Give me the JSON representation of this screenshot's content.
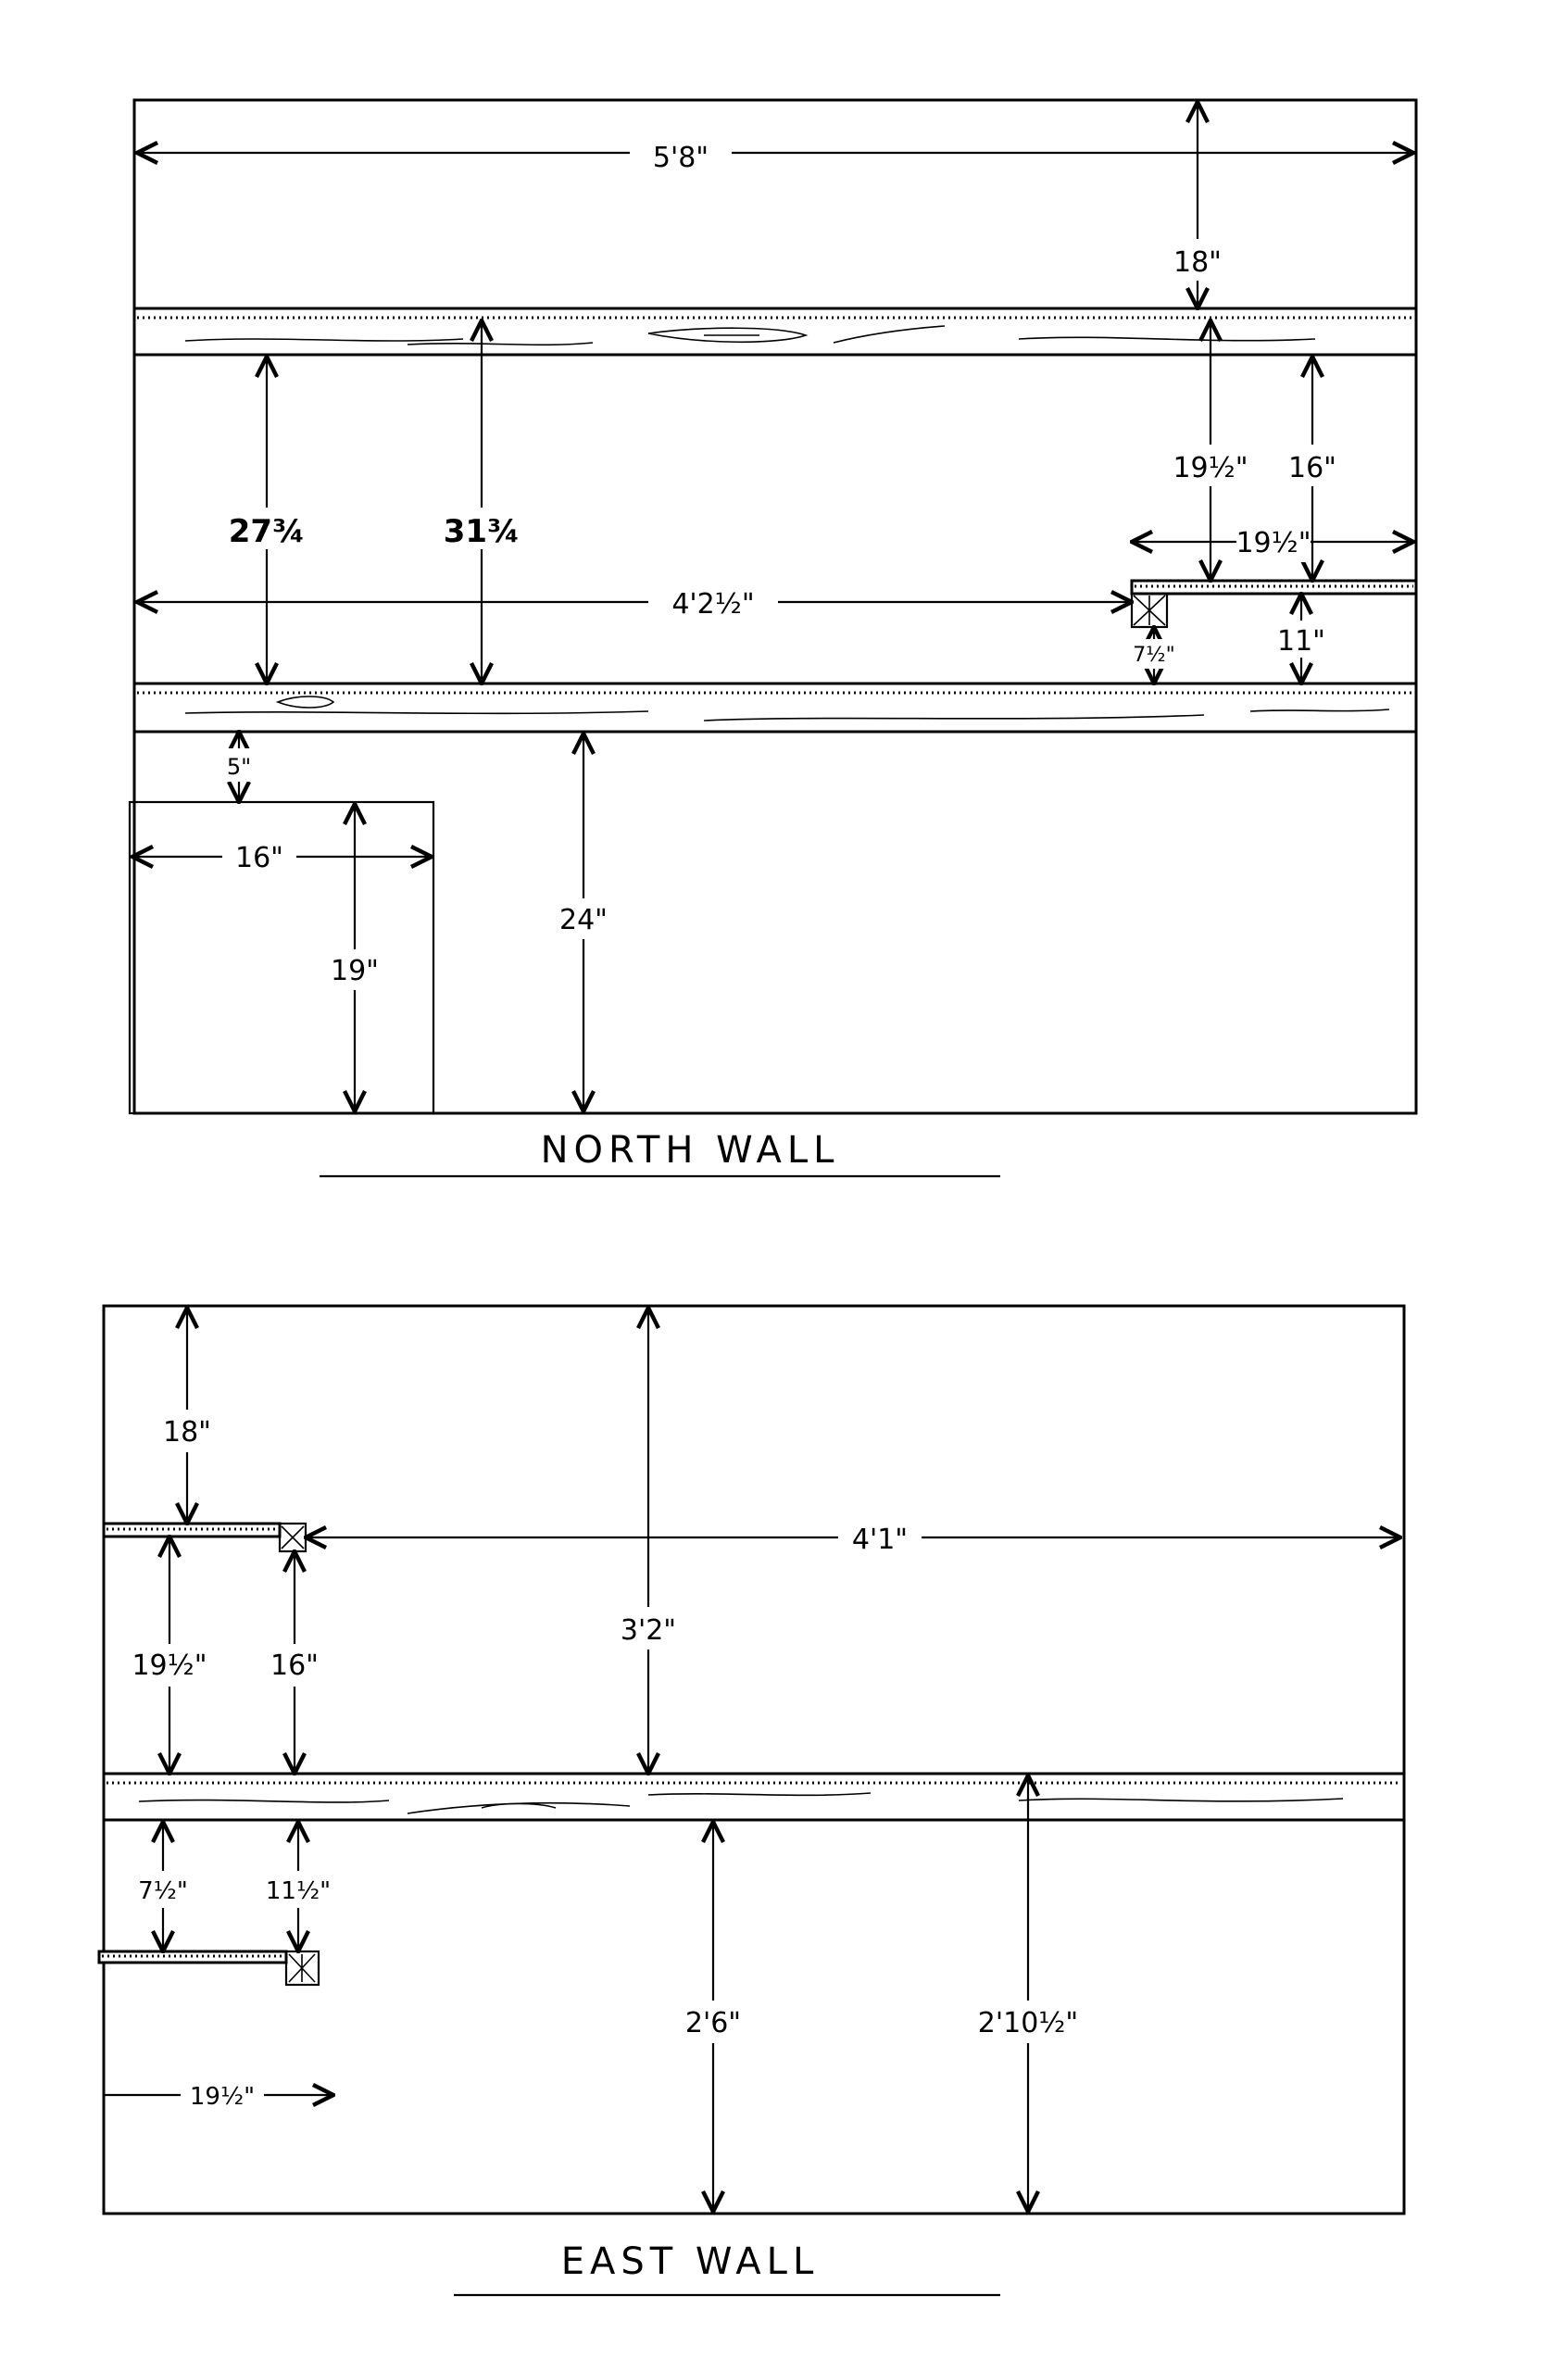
{
  "north_wall": {
    "title": "NORTH WALL",
    "dims": {
      "total_width": "5'8\"",
      "top_to_upper_shelf": "18\"",
      "upper_to_bracket_a": "19½\"",
      "upper_to_bracket_b": "16\"",
      "bracket_shelf_width": "19½\"",
      "left_gap_a": "27¾",
      "left_gap_b": "31¾",
      "span_to_bracket": "4'2½\"",
      "bracket_to_lower_a": "7½\"",
      "bracket_to_lower_b": "11\"",
      "lower_to_box": "5\"",
      "box_width": "16\"",
      "box_height": "19\"",
      "lower_to_floor": "24\""
    }
  },
  "east_wall": {
    "title": "EAST WALL",
    "dims": {
      "top_to_upper_shelf": "18\"",
      "upper_span": "4'1\"",
      "upper_to_lower_a": "19½\"",
      "upper_to_lower_b": "16\"",
      "top_to_main_shelf": "3'2\"",
      "main_to_low_a": "7½\"",
      "main_to_low_b": "11½\"",
      "low_shelf_width": "19½\"",
      "main_to_floor_a": "2'6\"",
      "main_to_floor_b": "2'10½\""
    }
  }
}
